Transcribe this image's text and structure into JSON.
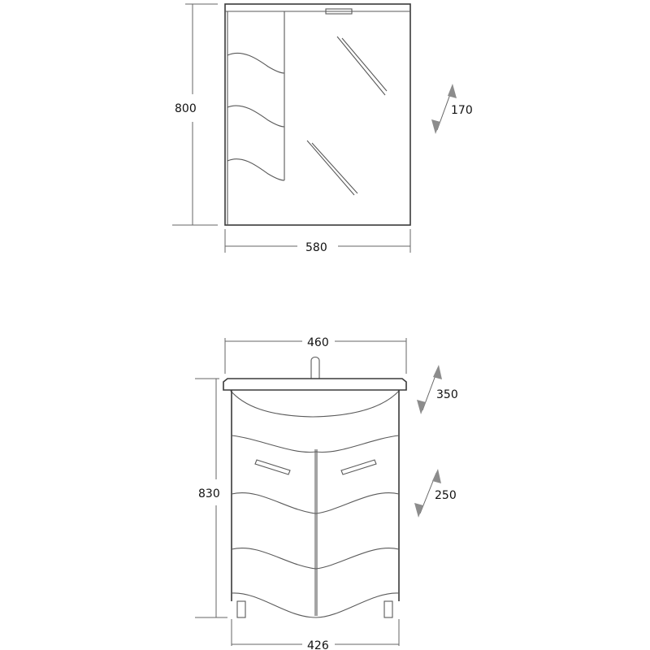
{
  "mirror_cabinet": {
    "height_label": "800",
    "width_label": "580",
    "depth_label": "170"
  },
  "vanity_unit": {
    "top_width_label": "460",
    "bottom_width_label": "426",
    "height_label": "830",
    "basin_depth_label": "350",
    "cabinet_depth_label": "250"
  },
  "colors": {
    "line": "#3a3a3a",
    "dimension_line": "#666666",
    "arrow": "#8c8c8c",
    "text": "#111111",
    "background": "#ffffff"
  }
}
